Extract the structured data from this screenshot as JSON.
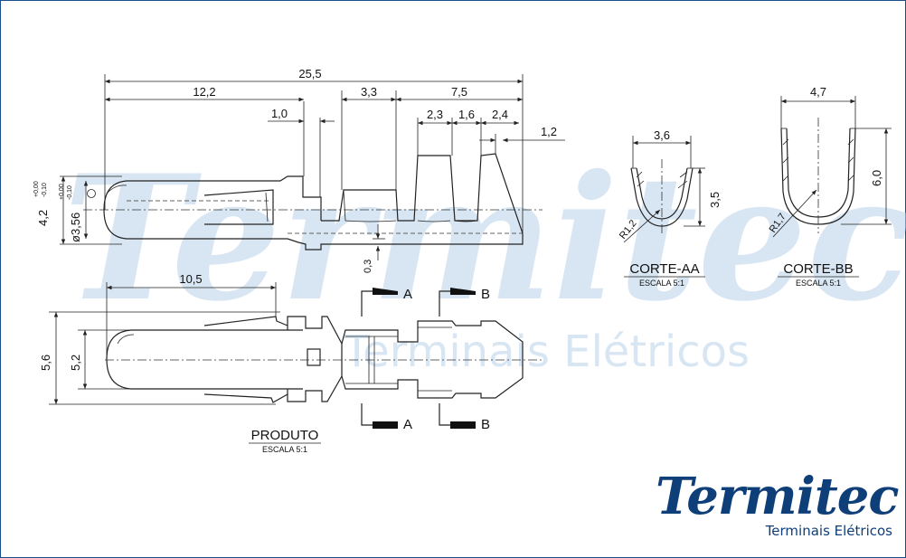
{
  "drawing": {
    "dims": {
      "total": "25,5",
      "d12_2": "12,2",
      "d1_0": "1,0",
      "d3_3": "3,3",
      "d7_5": "7,5",
      "d2_3": "2,3",
      "d1_6": "1,6",
      "d2_4": "2,4",
      "d1_2": "1,2",
      "d4_2": "4,2",
      "d3_56": "ø3,56",
      "tol_upper": "+0,00",
      "tol_lower": "-0,10",
      "d0_3": "0,3",
      "d10_5": "10,5",
      "d5_6": "5,6",
      "d5_2": "5,2",
      "aa_width": "3,6",
      "aa_height": "3,5",
      "aa_radius": "R1,2",
      "bb_width": "4,7",
      "bb_height": "6,0",
      "bb_radius": "R1,7"
    },
    "markers": {
      "section_a": "A",
      "section_b": "B"
    },
    "labels": {
      "product": "PRODUTO",
      "product_scale": "ESCALA 5:1",
      "section_aa": "CORTE-AA",
      "section_aa_scale": "ESCALA 5:1",
      "section_bb": "CORTE-BB",
      "section_bb_scale": "ESCALA 5:1"
    }
  },
  "watermark": {
    "name": "Termitec",
    "subtitle": "Terminais Elétricos"
  },
  "brand": {
    "name": "Termitec",
    "subtitle": "Terminais Elétricos",
    "color": "#0f3f78"
  },
  "colors": {
    "frame": "#1a4f8a",
    "watermark": "#b9d3ea",
    "lines": "#222222"
  }
}
